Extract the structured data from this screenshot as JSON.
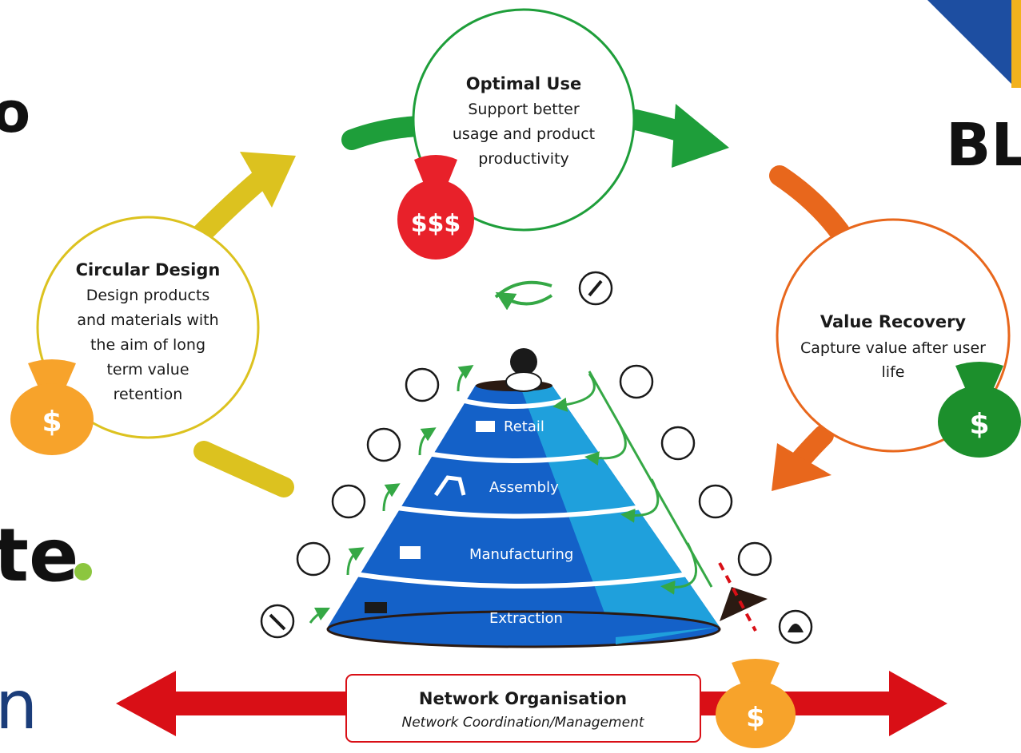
{
  "stages": {
    "optimal_use": {
      "title": "Optimal Use",
      "lines": [
        "Support better",
        "usage and product",
        "productivity"
      ]
    },
    "circular_design": {
      "title": "Circular Design",
      "lines": [
        "Design products",
        "and materials with",
        "the aim of long",
        "term value",
        "retention"
      ]
    },
    "value_recovery": {
      "title": "Value Recovery",
      "lines": [
        "Capture value after user",
        "life"
      ]
    },
    "network": {
      "title": "Network Organisation",
      "subtitle": "Network Coordination/Management"
    }
  },
  "pyramid": {
    "tiers": [
      "Retail",
      "Assembly",
      "Manufacturing",
      "Extraction"
    ]
  },
  "money_bags": {
    "big_symbol": "$$$",
    "symbol": "$"
  },
  "edge_fragments": {
    "right_top": "BL",
    "left_middle": "te",
    "left_bottom": "n",
    "left_top": "o"
  },
  "colors": {
    "green": "#1e9e3a",
    "yellow": "#dcc21f",
    "orange": "#e8671c",
    "red": "#d90f16",
    "pyramid_dark": "#1461c8",
    "pyramid_light": "#1fa0dc",
    "bag_orange": "#f7a32b",
    "bag_green": "#1c8f2c",
    "bag_red": "#e8212a"
  },
  "icons": [
    "wrench-icon",
    "bicycle-icon",
    "shovel-icon",
    "truck-icon",
    "pickaxe-icon",
    "factory-icon",
    "robot-arm-icon",
    "cart-icon",
    "bag-icon"
  ]
}
